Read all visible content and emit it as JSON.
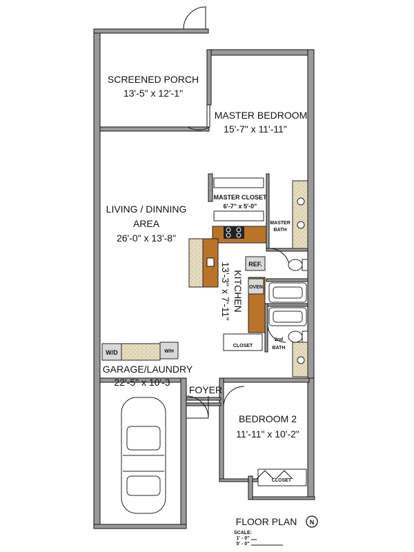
{
  "rooms": {
    "porch": {
      "name": "SCREENED PORCH",
      "size": "13'-5\" x 12'-1\""
    },
    "master": {
      "name": "MASTER BEDROOM",
      "size": "15'-7\" x 11'-11\""
    },
    "master_closet": {
      "name": "MASTER CLOSET",
      "size": "6'-7\" x 5'-0\""
    },
    "master_bath": {
      "line1": "MASTER",
      "line2": "BATH"
    },
    "living": {
      "line1": "LIVING / DINNING",
      "line2": "AREA",
      "size": "26'-0\" x 13'-8\""
    },
    "kitchen": {
      "name": "KITCHEN",
      "size": "13'-3\" x 7'-11\""
    },
    "garage": {
      "name": "GARAGE/LAUNDRY",
      "size": "22'-5\" x 10'-3"
    },
    "foyer": {
      "name": "FOYER"
    },
    "bedroom2": {
      "name": "BEDROOM 2",
      "size": "11'-11\" x 10'-2\""
    },
    "bath2": {
      "line1": "2nd",
      "line2": "BATH"
    },
    "closet_hall": {
      "name": "CLOSET"
    },
    "closet_bed2": {
      "name": "CLOSET"
    }
  },
  "appliances": {
    "ref": "REF.",
    "oven": "OVEN",
    "wd": "W/D",
    "wh": "W/H"
  },
  "footer": {
    "title": "FLOOR PLAN",
    "north": "N",
    "scale_label": "SCALE:",
    "scale_1": "1' - 0\"",
    "scale_5": "5' - 0\""
  },
  "colors": {
    "wall": "#9a9a9a",
    "wood": "#b9742a",
    "counter": "#e6dcc0",
    "stove": "#222222",
    "appliance": "#d8d8d8"
  },
  "icons": [
    "north-arrow-icon",
    "car-icon",
    "door-swing-icon",
    "stove-icon",
    "toilet-icon",
    "bathtub-icon",
    "sink-icon"
  ]
}
